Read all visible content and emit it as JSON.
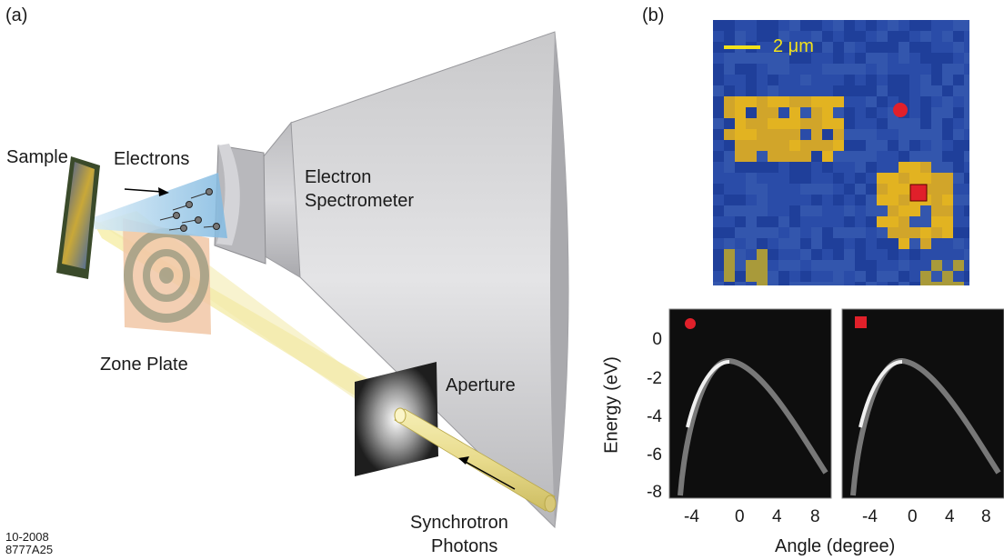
{
  "panel_a": {
    "letter": "(a)",
    "labels": {
      "sample": "Sample",
      "electrons": "Electrons",
      "electron": "Electron",
      "spectrometer": "Spectrometer",
      "zone_plate": "Zone Plate",
      "aperture": "Aperture",
      "synchrotron": "Synchrotron",
      "photons": "Photons"
    },
    "footer": {
      "date": "10-2008",
      "code": "8777A25"
    }
  },
  "panel_b": {
    "letter": "(b)",
    "scale_bar": "2 μm",
    "markers": {
      "circle_color": "#e0202a",
      "square_color": "#e0202a"
    },
    "map_colors": {
      "background": "#1f3f9a",
      "feature": "#e2b321"
    },
    "spectra": {
      "y_label": "Energy (eV)",
      "x_label": "Angle (degree)",
      "y_ticks": [
        "0",
        "-2",
        "-4",
        "-6",
        "-8"
      ],
      "x_ticks_left": [
        "-4",
        "0",
        "4",
        "8"
      ],
      "x_ticks_right": [
        "-4",
        "0",
        "4",
        "8"
      ]
    }
  }
}
